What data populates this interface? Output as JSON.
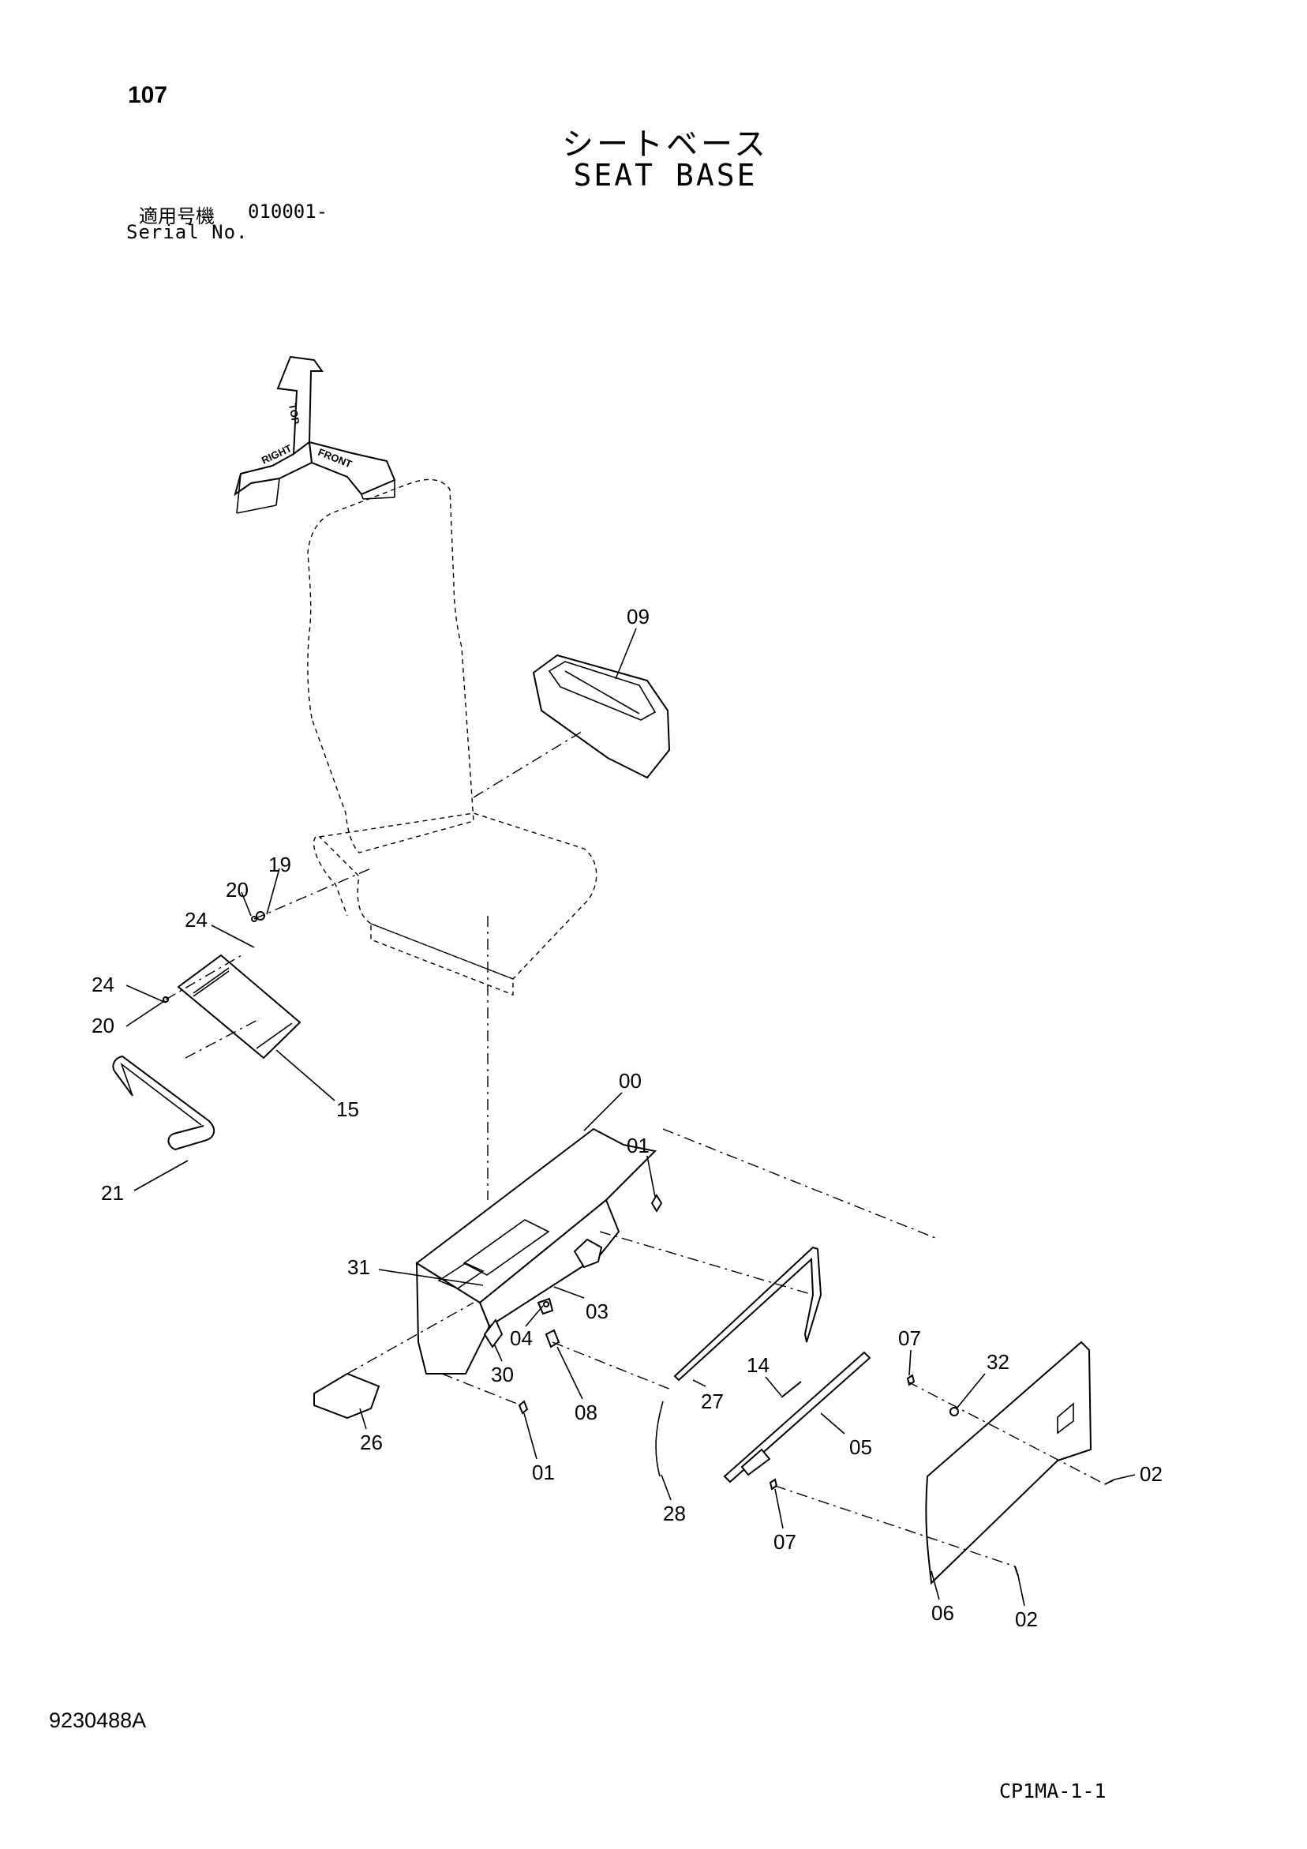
{
  "page_number": "107",
  "title_jp": "シートベース",
  "title_en": "SEAT BASE",
  "serial": {
    "label_jp": "適用号機",
    "number": "010001-",
    "label_en": "Serial No."
  },
  "orientation": {
    "top": "TOP",
    "front": "FRONT",
    "right": "RIGHT"
  },
  "callouts": {
    "p00": "00",
    "p01a": "01",
    "p01b": "01",
    "p02a": "02",
    "p02b": "02",
    "p03": "03",
    "p04": "04",
    "p05": "05",
    "p06": "06",
    "p07a": "07",
    "p07b": "07",
    "p08": "08",
    "p09": "09",
    "p14": "14",
    "p15": "15",
    "p19": "19",
    "p20a": "20",
    "p20b": "20",
    "p21": "21",
    "p24a": "24",
    "p24b": "24",
    "p26": "26",
    "p27": "27",
    "p28": "28",
    "p30": "30",
    "p31": "31",
    "p32": "32"
  },
  "doc_code": "9230488A",
  "page_code": "CP1MA-1-1"
}
